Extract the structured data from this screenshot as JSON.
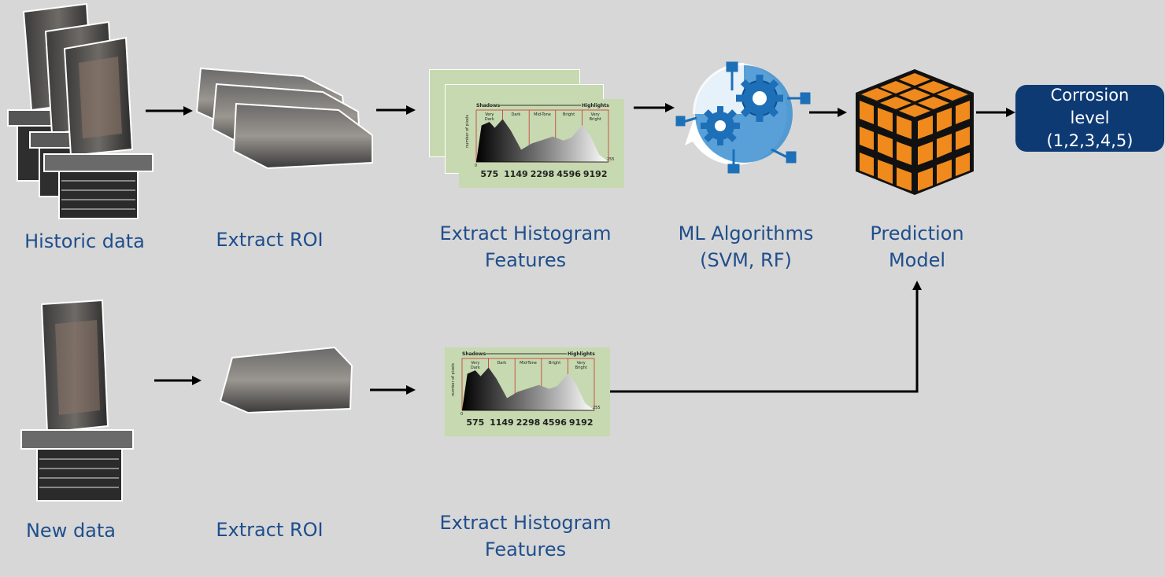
{
  "labels": {
    "historic": "Historic data",
    "extract_roi_top": "Extract ROI",
    "hist_top_line1": "Extract Histogram",
    "hist_top_line2": "Features",
    "ml_line1": "ML Algorithms",
    "ml_line2": "(SVM, RF)",
    "pred_line1": "Prediction",
    "pred_line2": "Model",
    "new": "New data",
    "extract_roi_bottom": "Extract ROI",
    "hist_bottom_line1": "Extract Histogram",
    "hist_bottom_line2": "Features"
  },
  "output": {
    "line1": "Corrosion",
    "line2": "level",
    "line3": "(1,2,3,4,5)"
  },
  "histogram": {
    "shadows": "Shadows",
    "highlights": "Highlights",
    "y_axis": "number of pixels",
    "zones": [
      "Very Dark",
      "Dark",
      "Mid-Tone",
      "Bright",
      "Very Bright"
    ],
    "x_start": "0",
    "x_end": "255",
    "ticks": [
      "575",
      "1149",
      "2298",
      "4596",
      "9192"
    ]
  },
  "colors": {
    "label": "#1f4e8c",
    "output_box": "#0e3a74",
    "cube_orange": "#f08a1c",
    "gear_blue": "#3b8fd0",
    "hist_bg": "#c6d9b0"
  }
}
